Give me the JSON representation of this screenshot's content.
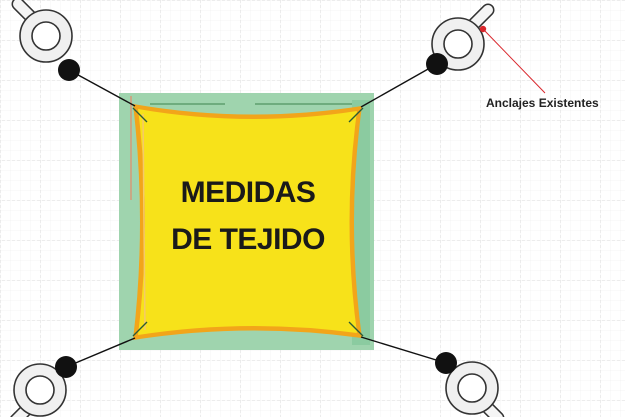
{
  "fabric": {
    "title_line1": "MEDIDAS",
    "title_line2": "DE TEJIDO",
    "fill_color": "#f7e21a",
    "edge_color": "#f2a51a",
    "backdrop_color": "#9fd4ae"
  },
  "anchors": {
    "count": 4,
    "label": "Anclajes Existentes",
    "callout_color": "#d9262c"
  },
  "connector_color": "#111111",
  "grid": {
    "visible": true,
    "color": "#dedede"
  }
}
